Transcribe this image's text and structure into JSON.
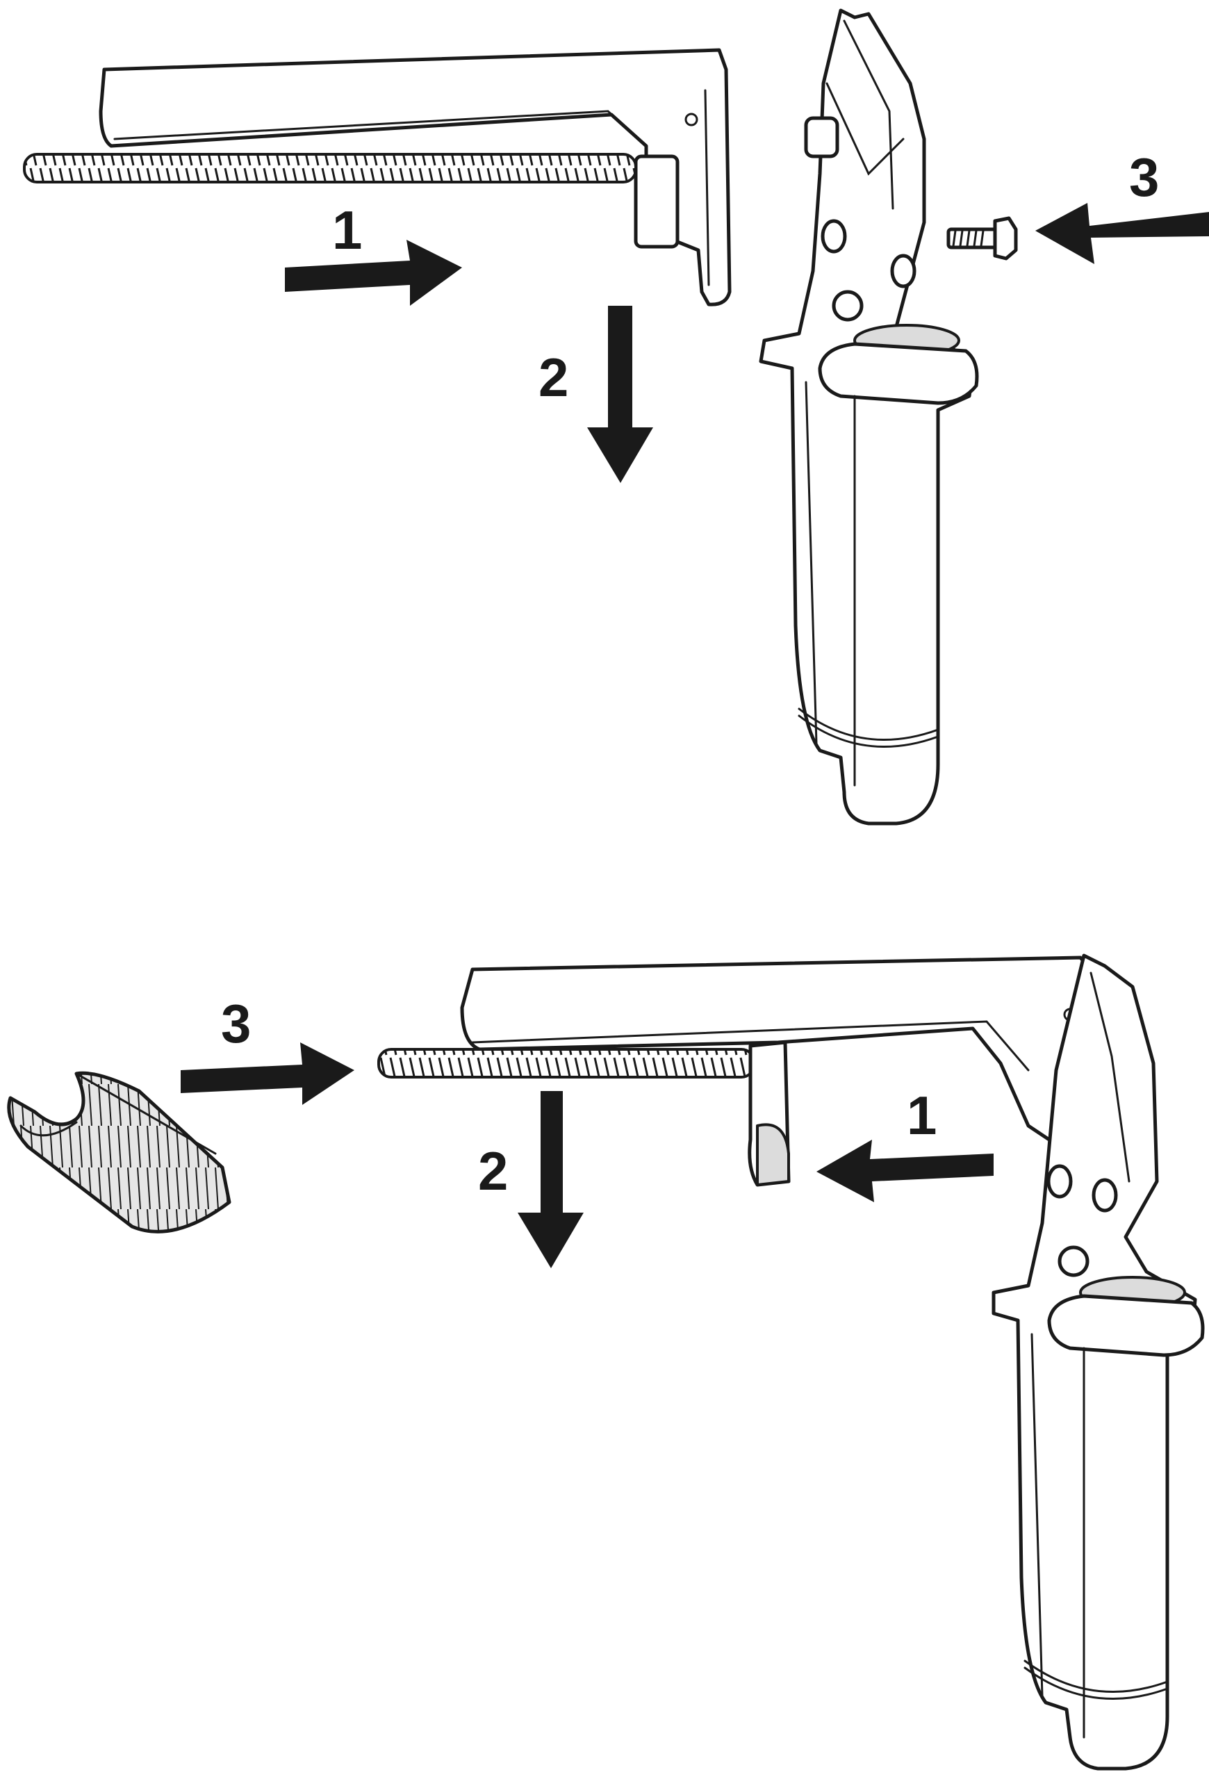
{
  "panel_top": {
    "step_labels": {
      "step1": "1",
      "step2": "2",
      "step3": "3"
    }
  },
  "panel_bottom": {
    "step_labels": {
      "step1": "1",
      "step2": "2",
      "step3": "3"
    }
  },
  "colors": {
    "ink": "#1a1a1a",
    "paper": "#ffffff",
    "shade": "#dcdcdc"
  },
  "icons": [
    "tacker-magazine-icon",
    "tacker-body-icon",
    "bolt-icon",
    "staple-strip-icon",
    "push-arrow-icon"
  ]
}
